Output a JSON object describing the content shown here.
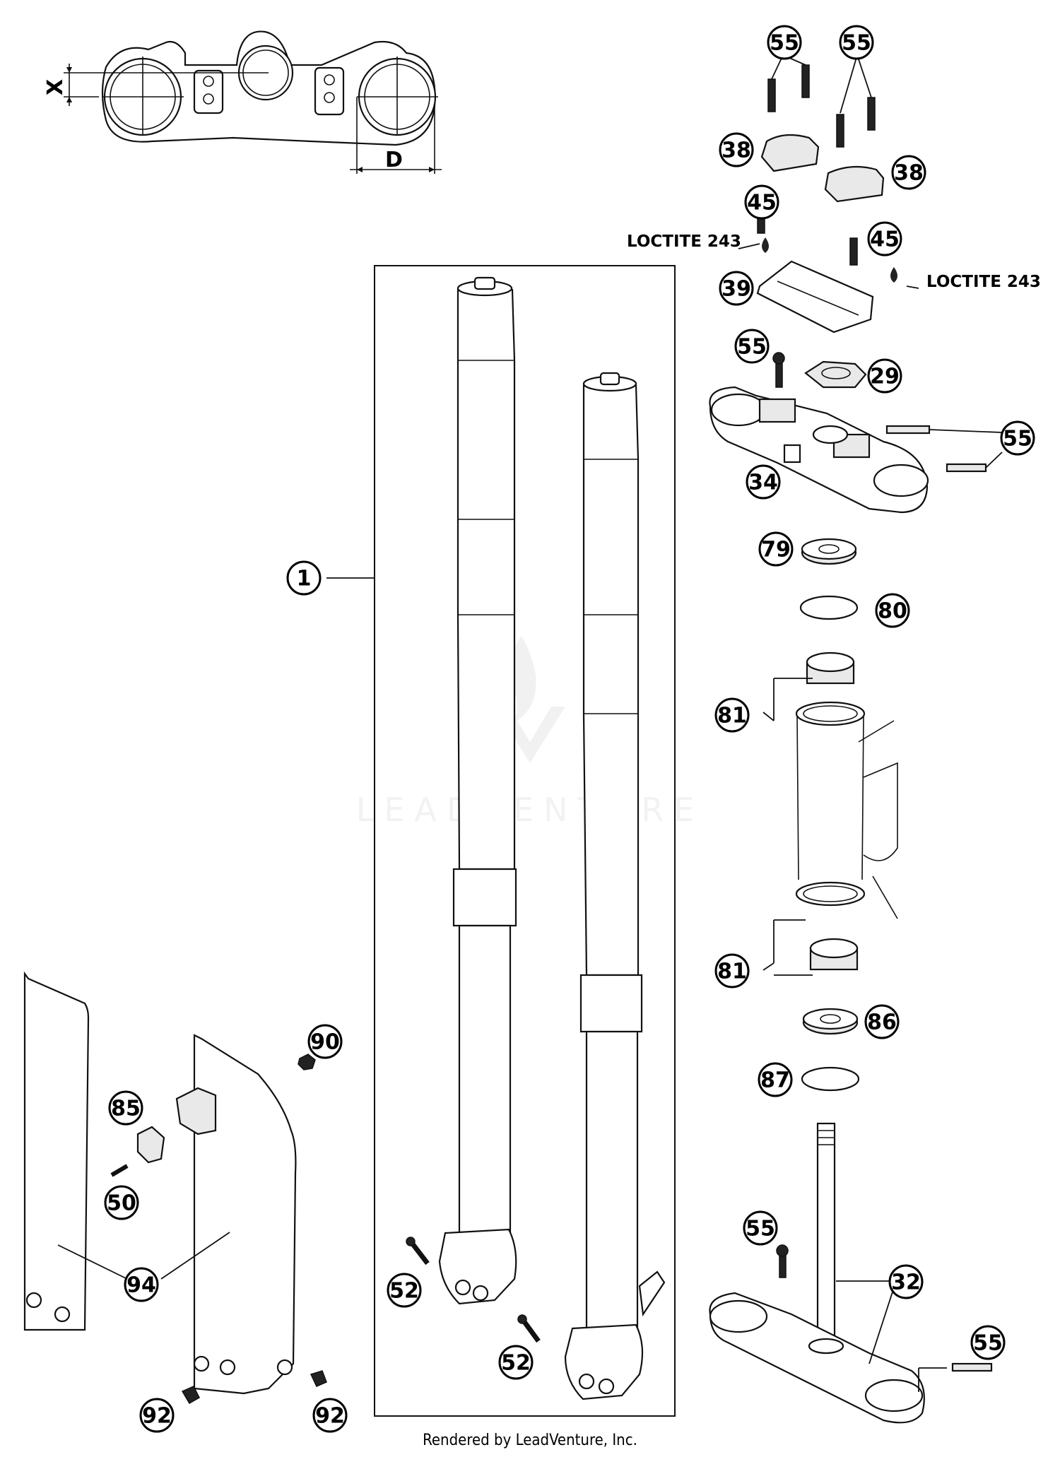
{
  "diagram": {
    "watermark": "LEADVENTURE",
    "footer": "Rendered by LeadVenture, Inc.",
    "dimension_labels": {
      "x": "X",
      "d": "D"
    },
    "loctite_labels": [
      "LOCTITE 243",
      "LOCTITE 243"
    ],
    "callouts": [
      {
        "id": "c1",
        "label": "1"
      },
      {
        "id": "c55a",
        "label": "55"
      },
      {
        "id": "c55b",
        "label": "55"
      },
      {
        "id": "c38a",
        "label": "38"
      },
      {
        "id": "c38b",
        "label": "38"
      },
      {
        "id": "c45a",
        "label": "45"
      },
      {
        "id": "c45b",
        "label": "45"
      },
      {
        "id": "c39",
        "label": "39"
      },
      {
        "id": "c55c",
        "label": "55"
      },
      {
        "id": "c29",
        "label": "29"
      },
      {
        "id": "c55d",
        "label": "55"
      },
      {
        "id": "c34",
        "label": "34"
      },
      {
        "id": "c79",
        "label": "79"
      },
      {
        "id": "c80",
        "label": "80"
      },
      {
        "id": "c81a",
        "label": "81"
      },
      {
        "id": "c81b",
        "label": "81"
      },
      {
        "id": "c86",
        "label": "86"
      },
      {
        "id": "c87",
        "label": "87"
      },
      {
        "id": "c55e",
        "label": "55"
      },
      {
        "id": "c32",
        "label": "32"
      },
      {
        "id": "c55f",
        "label": "55"
      },
      {
        "id": "c90",
        "label": "90"
      },
      {
        "id": "c85",
        "label": "85"
      },
      {
        "id": "c50",
        "label": "50"
      },
      {
        "id": "c94",
        "label": "94"
      },
      {
        "id": "c92a",
        "label": "92"
      },
      {
        "id": "c92b",
        "label": "92"
      },
      {
        "id": "c52a",
        "label": "52"
      },
      {
        "id": "c52b",
        "label": "52"
      }
    ]
  }
}
